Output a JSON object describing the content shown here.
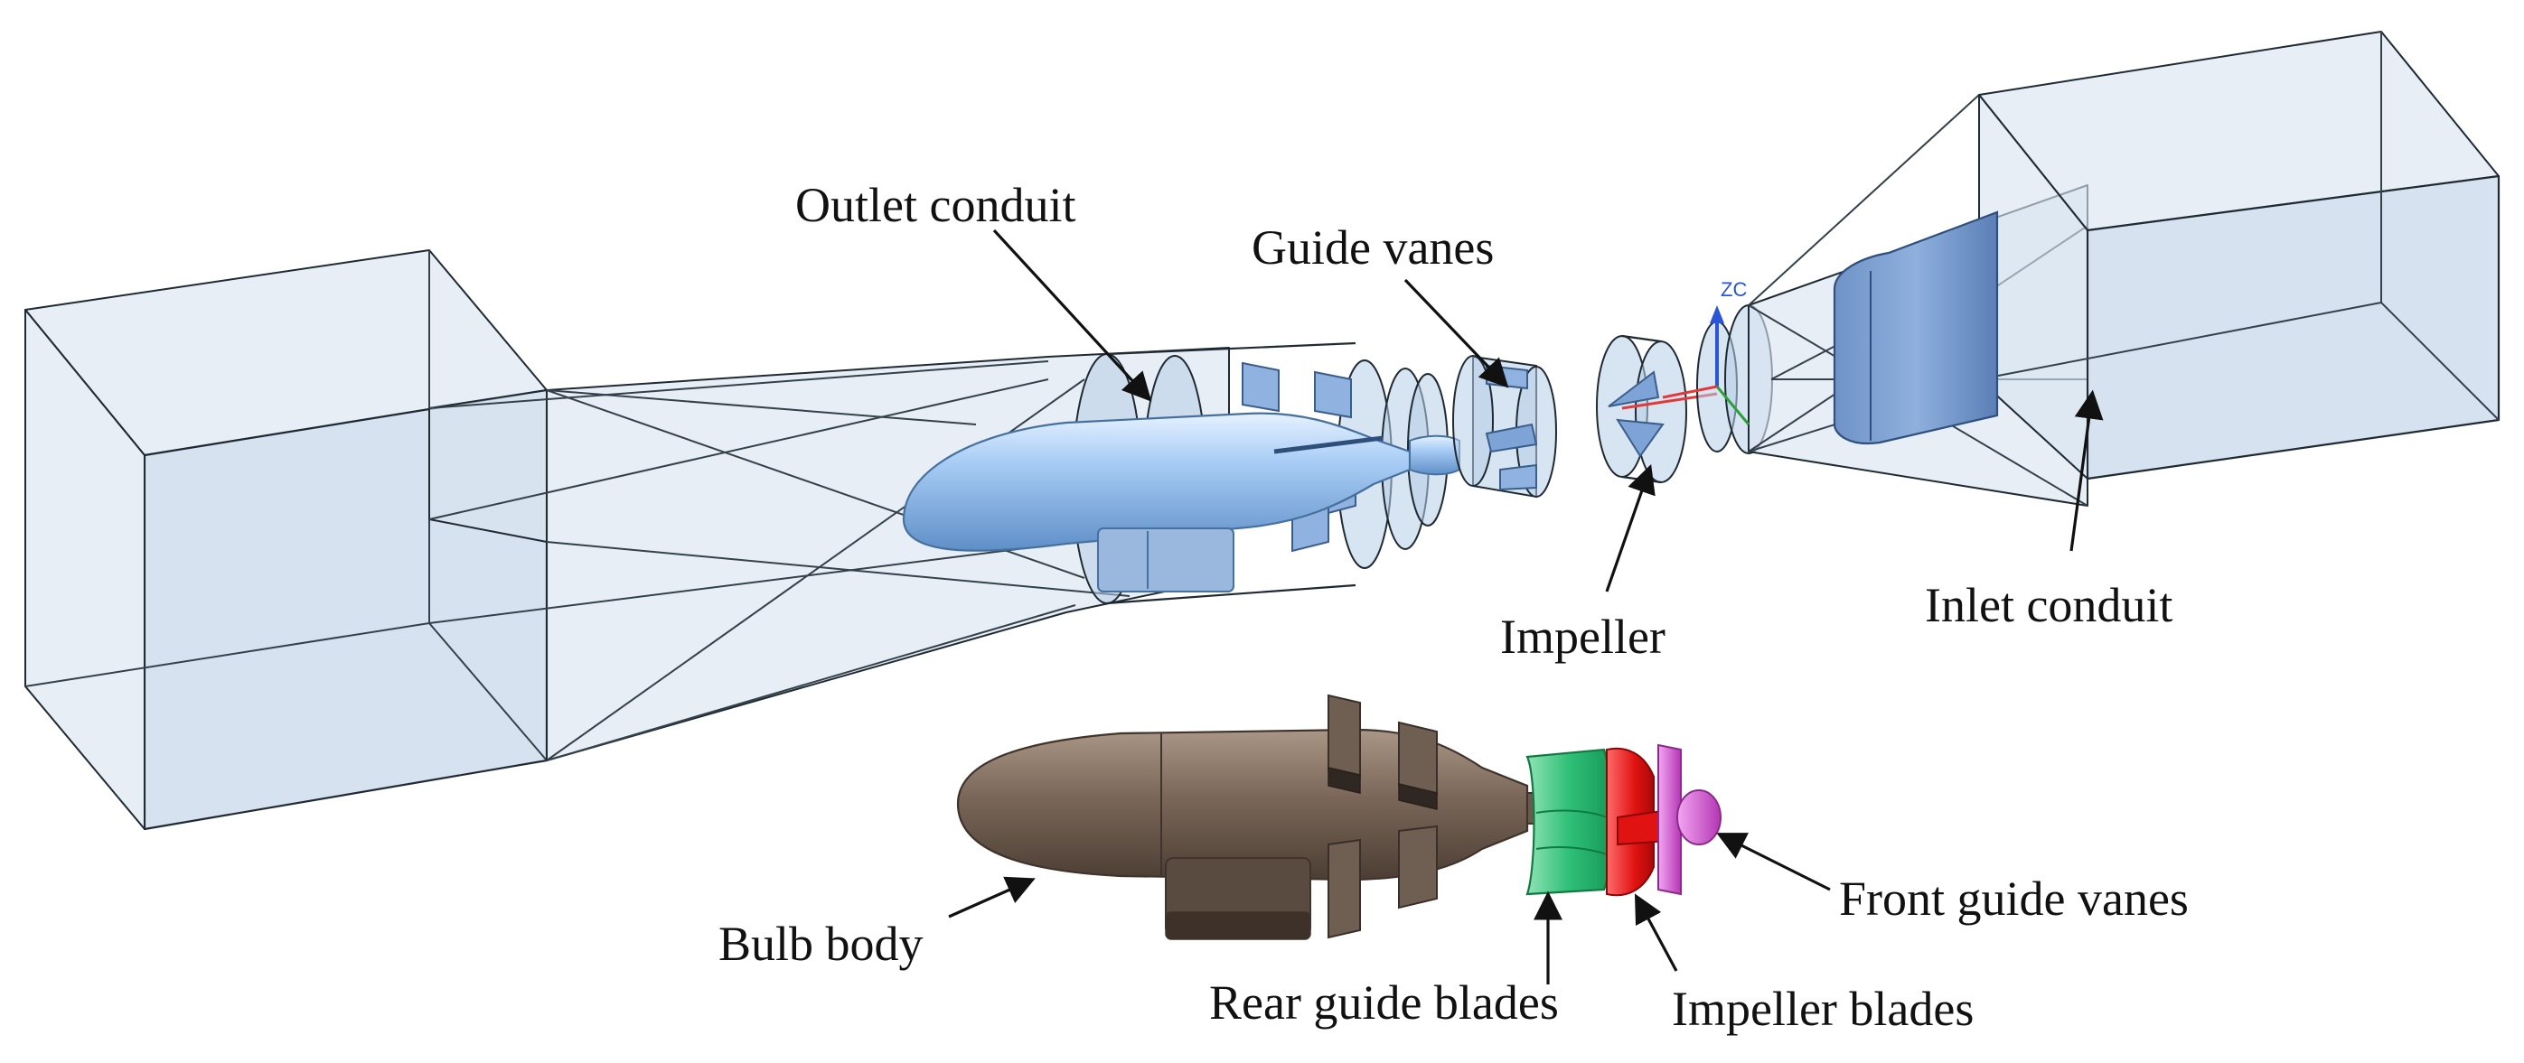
{
  "labels": {
    "outlet_conduit": "Outlet conduit",
    "guide_vanes": "Guide vanes",
    "impeller": "Impeller",
    "inlet_conduit": "Inlet conduit",
    "bulb_body": "Bulb body",
    "rear_guide_blades": "Rear guide blades",
    "impeller_blades": "Impeller blades",
    "front_guide_vanes": "Front guide vanes"
  },
  "axis_marker": {
    "zc": "ZC"
  },
  "colors": {
    "conduit_fill": "#c7d7ea",
    "bulb_blue": "#9fc6f1",
    "bulb_brown": "#7b6a5e",
    "rear_guide_green": "#2fbf77",
    "impeller_red": "#f01818",
    "front_guide_magenta": "#d85ad8",
    "axis_blue": "#2b55d6",
    "axis_red": "#e23a3a",
    "axis_green": "#2e9e3a"
  }
}
